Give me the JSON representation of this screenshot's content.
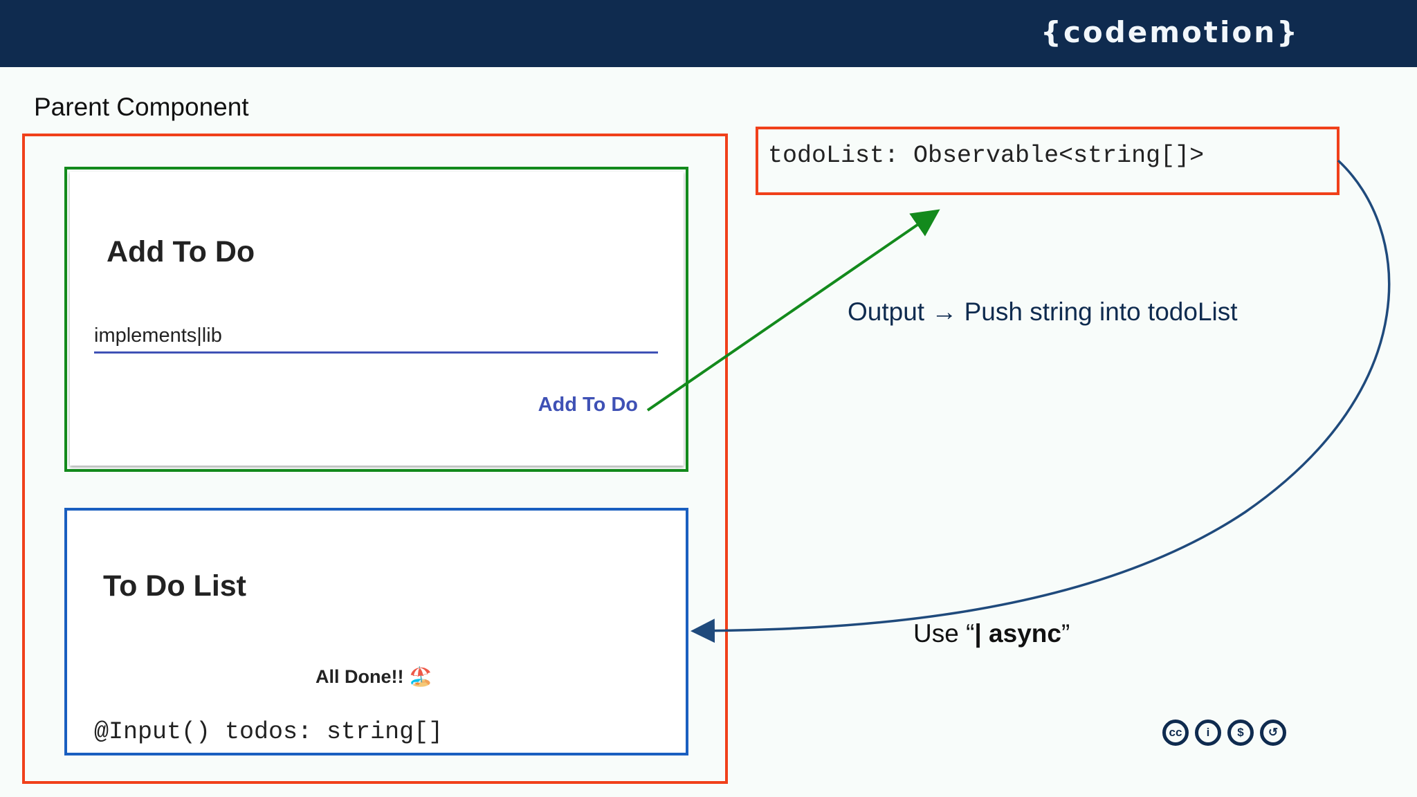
{
  "header": {
    "logo": "{codemotion}",
    "bg": "#0f2b4f"
  },
  "parent": {
    "label": "Parent Component"
  },
  "add_todo": {
    "title": "Add To Do",
    "input_value": "implements|lib",
    "button_label": "Add To Do"
  },
  "todo_list": {
    "title": "To Do List",
    "empty_message": "All Done!! 🏖️",
    "input_code": "@Input() todos: string[]"
  },
  "state": {
    "code": "todoList: Observable<string[]>"
  },
  "annotations": {
    "output": "Output → Push string into todoList",
    "use_prefix": "Use “",
    "use_bold": "| async",
    "use_suffix": "”"
  },
  "license": {
    "icons": [
      "cc-icon",
      "by-icon",
      "nc-icon",
      "sa-icon"
    ],
    "labels": [
      "cc",
      "i",
      "$",
      "↺"
    ]
  },
  "colors": {
    "red": "#f0401a",
    "green": "#138a1c",
    "blue": "#1a5fc0",
    "navy": "#0f2b4f",
    "accent": "#3f51b5"
  }
}
